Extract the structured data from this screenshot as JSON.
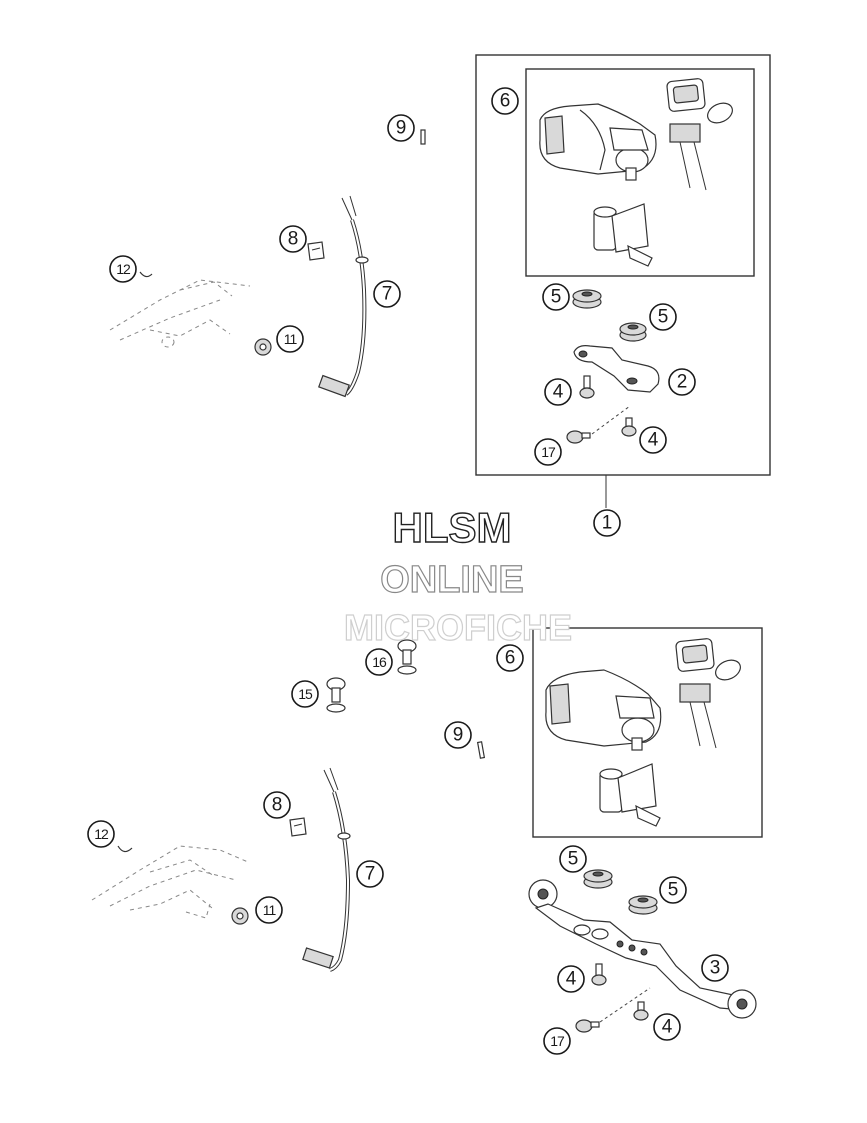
{
  "watermark": {
    "line1": "HLSM",
    "line2": "ONLINE",
    "line3": "MICROFICHE"
  },
  "callouts": {
    "c1": "1",
    "c2": "2",
    "c3": "3",
    "c4": "4",
    "c5": "5",
    "c6": "6",
    "c7": "7",
    "c8": "8",
    "c9": "9",
    "c11": "11",
    "c12": "12",
    "c15": "15",
    "c16": "16",
    "c17": "17"
  }
}
